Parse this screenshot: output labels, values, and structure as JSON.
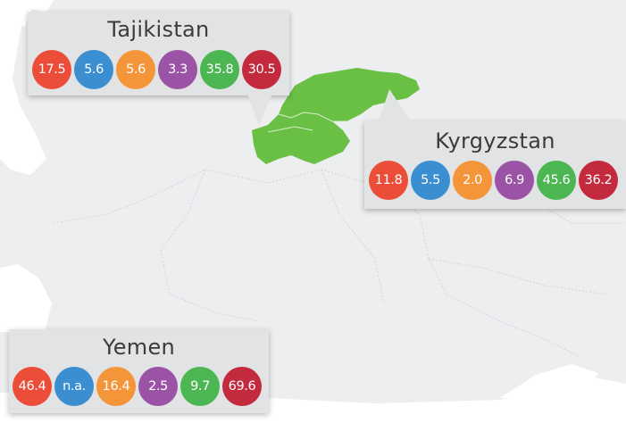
{
  "map": {
    "water_color": "#ffffff",
    "land_color": "#eceef0",
    "highlight_color": "#6abf45",
    "border_color": "#d2d4d6"
  },
  "indicator_colors": [
    "#ec4d39",
    "#3b8fd0",
    "#f5953a",
    "#9b53a5",
    "#4cb652",
    "#c32a3e"
  ],
  "callouts": [
    {
      "country": "Tajikistan",
      "values": [
        "17.5",
        "5.6",
        "5.6",
        "3.3",
        "35.8",
        "30.5"
      ]
    },
    {
      "country": "Kyrgyzstan",
      "values": [
        "11.8",
        "5.5",
        "2.0",
        "6.9",
        "45.6",
        "36.2"
      ]
    },
    {
      "country": "Yemen",
      "values": [
        "46.4",
        "n.a.",
        "16.4",
        "2.5",
        "9.7",
        "69.6"
      ]
    }
  ]
}
